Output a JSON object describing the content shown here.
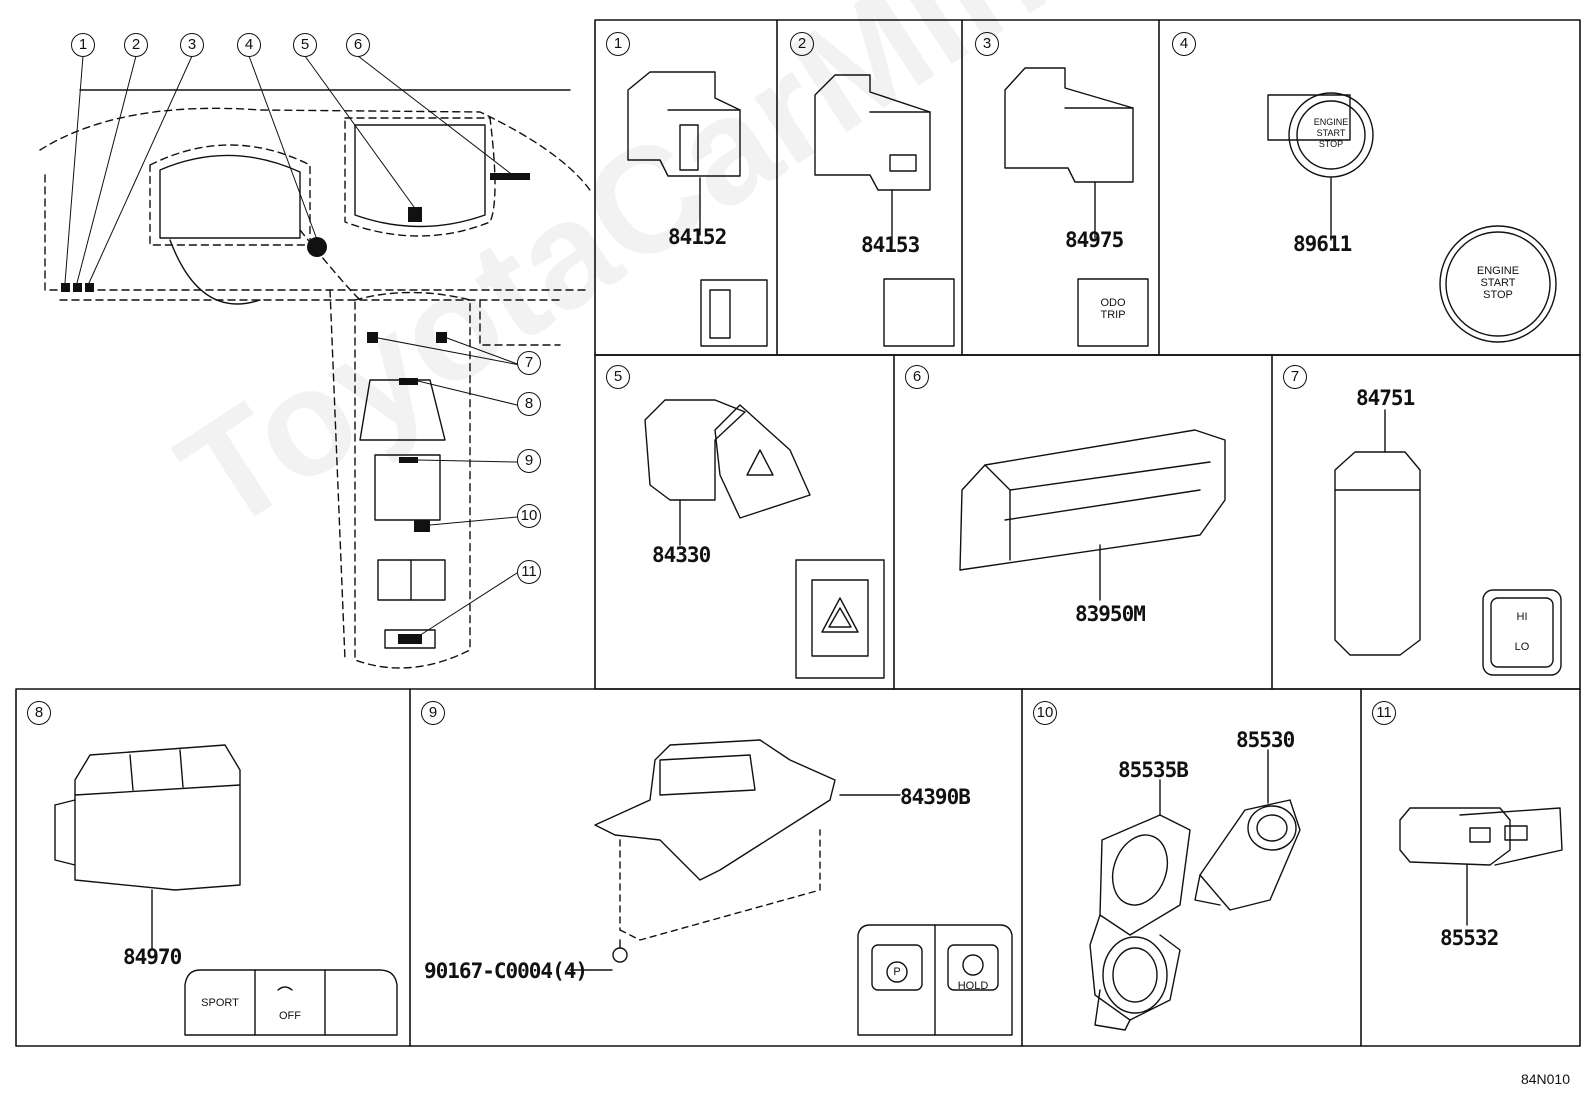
{
  "watermark": "ToyotaCarMine.ru",
  "diagram_code": "84N010",
  "overview": {
    "callouts": [
      "1",
      "2",
      "3",
      "4",
      "5",
      "6",
      "7",
      "8",
      "9",
      "10",
      "11"
    ]
  },
  "panels": {
    "p1": {
      "num": "1",
      "part": "84152"
    },
    "p2": {
      "num": "2",
      "part": "84153"
    },
    "p3": {
      "num": "3",
      "part": "84975",
      "caption": "ODO\nTRIP"
    },
    "p4": {
      "num": "4",
      "part": "89611",
      "caption": "ENGINE\nSTART\nSTOP"
    },
    "p5": {
      "num": "5",
      "part": "84330"
    },
    "p6": {
      "num": "6",
      "part": "83950M"
    },
    "p7": {
      "num": "7",
      "part": "84751",
      "caption_hi": "HI",
      "caption_lo": "LO"
    },
    "p8": {
      "num": "8",
      "part": "84970",
      "caption_sport": "SPORT",
      "caption_off": "OFF"
    },
    "p9": {
      "num": "9",
      "part": "84390B",
      "screw": "90167-C0004(4)",
      "caption_p": "P",
      "caption_hold": "HOLD"
    },
    "p10": {
      "num": "10",
      "part_a": "85535B",
      "part_b": "85530"
    },
    "p11": {
      "num": "11",
      "part": "85532"
    }
  }
}
